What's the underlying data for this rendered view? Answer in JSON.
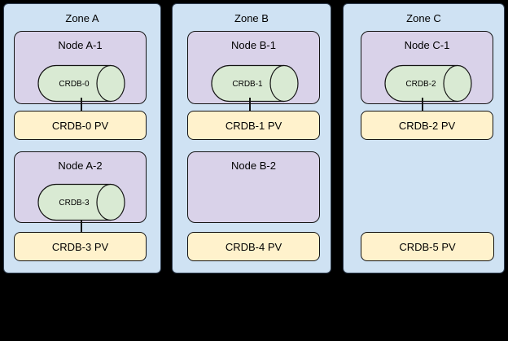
{
  "diagram": {
    "description": "CockroachDB zones, nodes and persistent volumes diagram"
  },
  "colors": {
    "bg": "#000000",
    "zone-fill": "#cfe2f3",
    "zone-border": "#2f3d4f",
    "node-fill": "#d9d2e9",
    "db-fill": "#d9ead3",
    "pv-fill": "#fff2cc",
    "shape-border": "#141414"
  },
  "zones": [
    {
      "title": "Zone A",
      "slots": [
        {
          "node_label": "Node A-1",
          "db_label": "CRDB-0",
          "pv_label": "CRDB-0 PV"
        },
        {
          "node_label": "Node A-2",
          "db_label": "CRDB-3",
          "pv_label": "CRDB-3 PV"
        }
      ]
    },
    {
      "title": "Zone B",
      "slots": [
        {
          "node_label": "Node B-1",
          "db_label": "CRDB-1",
          "pv_label": "CRDB-1 PV"
        },
        {
          "node_label": "Node B-2",
          "pv_label": "CRDB-4 PV"
        }
      ]
    },
    {
      "title": "Zone C",
      "slots": [
        {
          "node_label": "Node C-1",
          "db_label": "CRDB-2",
          "pv_label": "CRDB-2 PV"
        },
        {
          "pv_label": "CRDB-5 PV"
        }
      ]
    }
  ]
}
